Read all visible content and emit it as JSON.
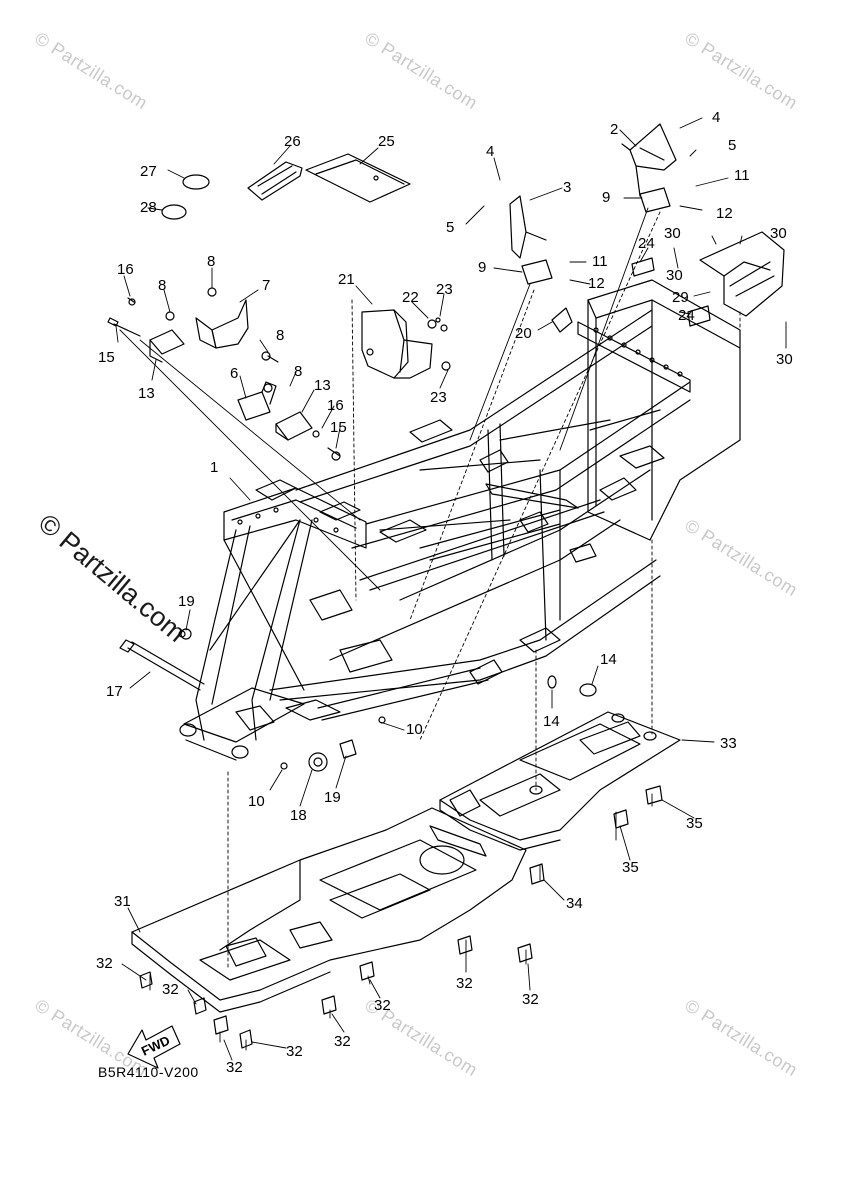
{
  "diagram": {
    "reference_code": "B5R4110-V200",
    "fwd_label": "FWD",
    "watermarks": [
      "© Partzilla.com"
    ],
    "big_watermark": "© Partzilla.com",
    "callouts": [
      {
        "id": "c1",
        "label": "1"
      },
      {
        "id": "c2",
        "label": "2"
      },
      {
        "id": "c3",
        "label": "3"
      },
      {
        "id": "c4a",
        "label": "4"
      },
      {
        "id": "c4b",
        "label": "4"
      },
      {
        "id": "c5a",
        "label": "5"
      },
      {
        "id": "c5b",
        "label": "5"
      },
      {
        "id": "c6",
        "label": "6"
      },
      {
        "id": "c7",
        "label": "7"
      },
      {
        "id": "c8a",
        "label": "8"
      },
      {
        "id": "c8b",
        "label": "8"
      },
      {
        "id": "c8c",
        "label": "8"
      },
      {
        "id": "c8d",
        "label": "8"
      },
      {
        "id": "c9a",
        "label": "9"
      },
      {
        "id": "c9b",
        "label": "9"
      },
      {
        "id": "c10a",
        "label": "10"
      },
      {
        "id": "c10b",
        "label": "10"
      },
      {
        "id": "c11a",
        "label": "11"
      },
      {
        "id": "c11b",
        "label": "11"
      },
      {
        "id": "c12a",
        "label": "12"
      },
      {
        "id": "c12b",
        "label": "12"
      },
      {
        "id": "c13a",
        "label": "13"
      },
      {
        "id": "c13b",
        "label": "13"
      },
      {
        "id": "c14a",
        "label": "14"
      },
      {
        "id": "c14b",
        "label": "14"
      },
      {
        "id": "c15a",
        "label": "15"
      },
      {
        "id": "c15b",
        "label": "15"
      },
      {
        "id": "c16a",
        "label": "16"
      },
      {
        "id": "c16b",
        "label": "16"
      },
      {
        "id": "c17",
        "label": "17"
      },
      {
        "id": "c18",
        "label": "18"
      },
      {
        "id": "c19a",
        "label": "19"
      },
      {
        "id": "c19b",
        "label": "19"
      },
      {
        "id": "c20",
        "label": "20"
      },
      {
        "id": "c21",
        "label": "21"
      },
      {
        "id": "c22",
        "label": "22"
      },
      {
        "id": "c23a",
        "label": "23"
      },
      {
        "id": "c23b",
        "label": "23"
      },
      {
        "id": "c24a",
        "label": "24"
      },
      {
        "id": "c24b",
        "label": "24"
      },
      {
        "id": "c25",
        "label": "25"
      },
      {
        "id": "c26",
        "label": "26"
      },
      {
        "id": "c27",
        "label": "27"
      },
      {
        "id": "c28",
        "label": "28"
      },
      {
        "id": "c29",
        "label": "29"
      },
      {
        "id": "c30a",
        "label": "30"
      },
      {
        "id": "c30b",
        "label": "30"
      },
      {
        "id": "c30c",
        "label": "30"
      },
      {
        "id": "c30d",
        "label": "30"
      },
      {
        "id": "c31",
        "label": "31"
      },
      {
        "id": "c32a",
        "label": "32"
      },
      {
        "id": "c32b",
        "label": "32"
      },
      {
        "id": "c32c",
        "label": "32"
      },
      {
        "id": "c32d",
        "label": "32"
      },
      {
        "id": "c32e",
        "label": "32"
      },
      {
        "id": "c32f",
        "label": "32"
      },
      {
        "id": "c32g",
        "label": "32"
      },
      {
        "id": "c32h",
        "label": "32"
      },
      {
        "id": "c33",
        "label": "33"
      },
      {
        "id": "c34",
        "label": "34"
      },
      {
        "id": "c35a",
        "label": "35"
      },
      {
        "id": "c35b",
        "label": "35"
      }
    ]
  },
  "colors": {
    "line": "#000000",
    "watermark": "#c9c9c9",
    "background": "#ffffff"
  }
}
